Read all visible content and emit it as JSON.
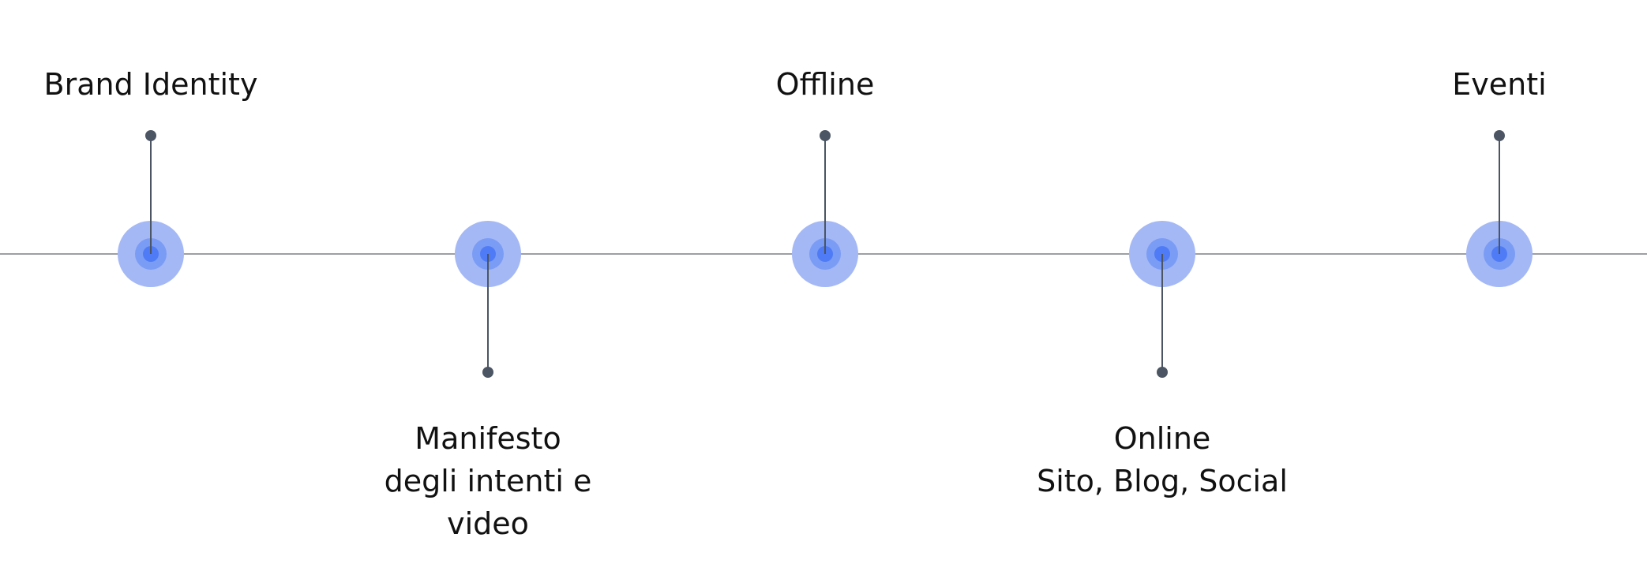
{
  "milestones": [
    {
      "lines": [
        "Brand Identity"
      ],
      "position": "top"
    },
    {
      "lines": [
        "Manifesto",
        "degli intenti e",
        "video"
      ],
      "position": "bottom"
    },
    {
      "lines": [
        "Offline"
      ],
      "position": "top"
    },
    {
      "lines": [
        "Online",
        "Sito, Blog, Social"
      ],
      "position": "bottom"
    },
    {
      "lines": [
        "Eventi"
      ],
      "position": "top"
    }
  ],
  "colors": {
    "axis": "#9aa0a6",
    "halo": "#a4b8f6",
    "ring": "#7b9cf4",
    "core": "#4f7cf6",
    "stem": "#4b5563",
    "text": "#111111"
  }
}
